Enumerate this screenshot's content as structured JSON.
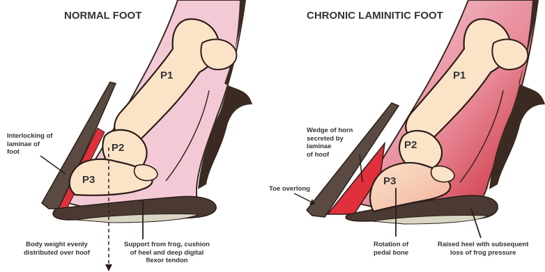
{
  "panels": [
    {
      "title": "NORMAL FOOT",
      "bones": [
        "P1",
        "P2",
        "P3"
      ],
      "labels": {
        "laminae": [
          "Interlocking of",
          "laminae of",
          "foot"
        ],
        "weight": [
          "Body weight evenly",
          "distributed over hoof"
        ],
        "support": [
          "Support from frog, cushion",
          "of heel and deep digital",
          "flexor tendon"
        ]
      }
    },
    {
      "title": "CHRONIC LAMINITIC FOOT",
      "bones": [
        "P1",
        "P2",
        "P3"
      ],
      "labels": {
        "wedge": [
          "Wedge of horn",
          "secreted by",
          "laminae",
          "of hoof"
        ],
        "toe": [
          "Toe overlong"
        ],
        "rotation": [
          "Rotation of",
          "pedal bone"
        ],
        "heel": [
          "Raised heel with subsequent",
          "loss of frog pressure"
        ]
      }
    }
  ],
  "colors": {
    "hoof_wall": "#5a4a42",
    "skin_pink": "#f4c9d6",
    "laminae_red": "#e0303c",
    "bone": "#fbe3c8",
    "sole": "#4a3a33",
    "frog_pad": "#d9d6c4",
    "hair": "#3a2a22"
  }
}
